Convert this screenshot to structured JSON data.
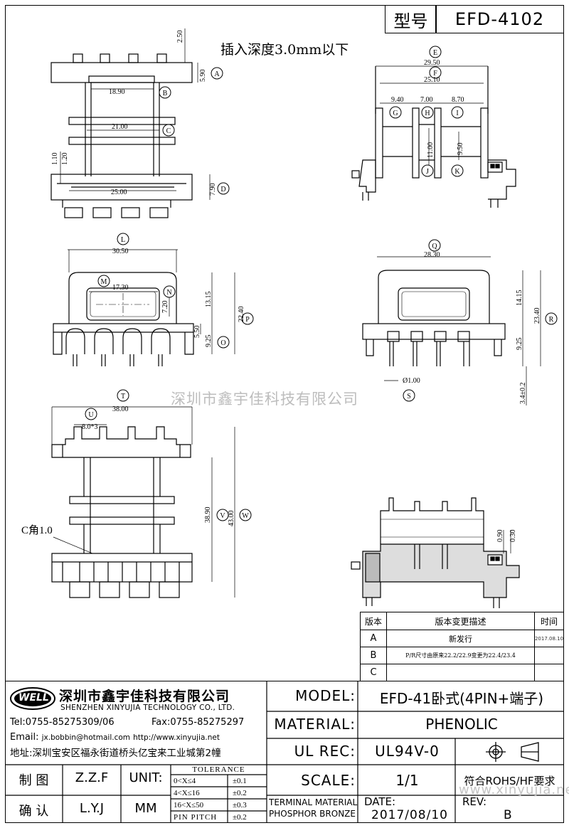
{
  "header": {
    "model_label": "型号",
    "model_value": "EFD-4102"
  },
  "note": "插入深度3.0mm以下",
  "views": {
    "top_left": {
      "dims": {
        "d250": "2.50",
        "d590": "5.90",
        "d1890": "18.90",
        "d2100": "21.00",
        "d110": "1.10",
        "d120": "1.20",
        "d2500": "25.00",
        "d790": "7.90"
      },
      "labels": {
        "A": "A",
        "B": "B",
        "C": "C",
        "D": "D"
      }
    },
    "top_right": {
      "dims": {
        "d2950": "29.50",
        "d2510": "25.10",
        "d940": "9.40",
        "d700": "7.00",
        "d870": "8.70",
        "d1100": "11.00",
        "d950": "9.50"
      },
      "labels": {
        "E": "E",
        "F": "F",
        "G": "G",
        "H": "H",
        "I": "I",
        "J": "J",
        "K": "K"
      }
    },
    "mid_left": {
      "dims": {
        "d3050": "30.50",
        "d1730": "17.30",
        "d720": "7.20",
        "d1315": "13.15",
        "d2240": "22.40",
        "d550": "5.50",
        "d925": "9.25"
      },
      "labels": {
        "L": "L",
        "M": "M",
        "N": "N",
        "O": "O",
        "P": "P"
      }
    },
    "mid_right": {
      "dims": {
        "d2830": "28.30",
        "d1415": "14.15",
        "d2340": "23.40",
        "d925": "9.25",
        "d100": "Ø1.00",
        "d34": "3.4±0.2"
      },
      "labels": {
        "Q": "Q",
        "R": "R",
        "S": "S"
      }
    },
    "bottom_left": {
      "dims": {
        "d3800": "38.00",
        "d803": "8.0*3",
        "d3890": "38.90",
        "d4300": "43.00"
      },
      "labels": {
        "T": "T",
        "U": "U",
        "V": "V",
        "W": "W"
      },
      "chamfer": "C角1.0"
    },
    "bottom_right": {
      "dims": {
        "d090": "0.90",
        "d030": "0.30"
      }
    }
  },
  "watermark": "深圳市鑫宇佳科技有限公司",
  "watermark_url": "www.xinyujia.net",
  "revision_table": {
    "headers": {
      "version": "版本",
      "description": "版本变更描述",
      "time": "时间"
    },
    "rows": [
      {
        "version": "A",
        "description": "新发行",
        "time": "2017.08.10"
      },
      {
        "version": "B",
        "description": "P/R尺寸由原来22.2/22.9变更为22.4/23.4",
        "time": ""
      },
      {
        "version": "C",
        "description": "",
        "time": ""
      }
    ]
  },
  "company": {
    "logo_text": "WELL",
    "name_cn": "深圳市鑫宇佳科技有限公司",
    "name_en": "SHENZHEN XINYUJIA TECHNOLOGY CO., LTD.",
    "tel": "Tel:0755-85275309/06",
    "fax": "Fax:0755-85275297",
    "email_label": "Email:",
    "email": "jx.bobbin@hotmail.com",
    "website": "http://www.xinyujia.net",
    "address": "地址:深圳宝安区福永街道桥头亿宝来工业城第2幢"
  },
  "title_block": {
    "model_label": "MODEL:",
    "model_value": "EFD-41卧式(4PIN+端子)",
    "material_label": "MATERIAL:",
    "material_value": "PHENOLIC",
    "ulrec_label": "UL REC:",
    "ulrec_value": "UL94V-0",
    "scale_label": "SCALE:",
    "scale_value": "1/1",
    "rohs": "符合ROHS/HF要求",
    "terminal_line1": "TERMINAL MATERIAL",
    "terminal_line2": "PHOSPHOR BRONZE",
    "date_label": "DATE:",
    "date_value": "2017/08/10",
    "rev_label": "REV:",
    "rev_value": "B",
    "drawn_label": "制 图",
    "drawn_value": "Z.Z.F",
    "checked_label": "确 认",
    "checked_value": "L.Y.J",
    "unit_label": "UNIT:",
    "unit_value": "MM",
    "tolerance_title": "TOLERANCE",
    "tolerances": [
      {
        "range": "0<X≤4",
        "value": "±0.1"
      },
      {
        "range": "4<X≤16",
        "value": "±0.2"
      },
      {
        "range": "16<X≤50",
        "value": "±0.3"
      },
      {
        "range": "PIN PITCH",
        "value": "±0.2"
      }
    ]
  }
}
